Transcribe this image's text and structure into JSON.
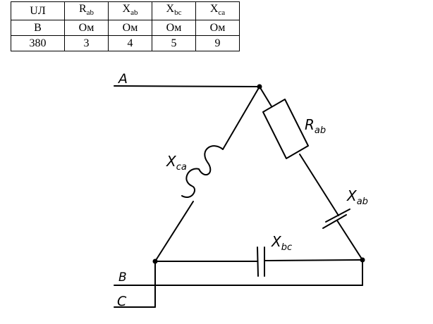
{
  "table": {
    "headers": [
      {
        "main": "U",
        "sub": "Л"
      },
      {
        "main": "R",
        "sub": "ab"
      },
      {
        "main": "X",
        "sub": "ab"
      },
      {
        "main": "X",
        "sub": "bc"
      },
      {
        "main": "X",
        "sub": "ca"
      }
    ],
    "units": [
      "В",
      "Ом",
      "Ом",
      "Ом",
      "Ом"
    ],
    "values": [
      "380",
      "3",
      "4",
      "5",
      "9"
    ]
  },
  "diagram": {
    "lines": {
      "a": "A",
      "b": "B",
      "c": "C"
    },
    "components": {
      "r_ab": {
        "main": "R",
        "sub": "ab"
      },
      "x_ab": {
        "main": "X",
        "sub": "ab"
      },
      "x_bc": {
        "main": "X",
        "sub": "bc"
      },
      "x_ca": {
        "main": "X",
        "sub": "ca"
      }
    }
  }
}
